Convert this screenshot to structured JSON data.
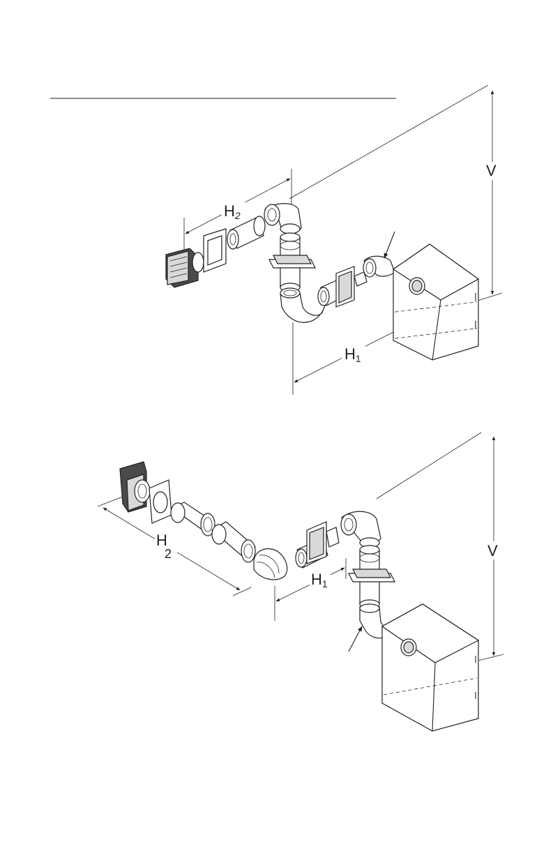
{
  "diagram_top": {
    "label_h2": "H",
    "label_h2_sub": "2",
    "label_h1": "H",
    "label_h1_sub": "1",
    "label_v": "V"
  },
  "diagram_bottom": {
    "label_h2": "H",
    "label_h2_sub": "2",
    "label_h1": "H",
    "label_h1_sub": "1",
    "label_v": "V"
  },
  "colors": {
    "ink": "#231f20",
    "paper": "#ffffff",
    "shade": "#d9d9d9"
  }
}
